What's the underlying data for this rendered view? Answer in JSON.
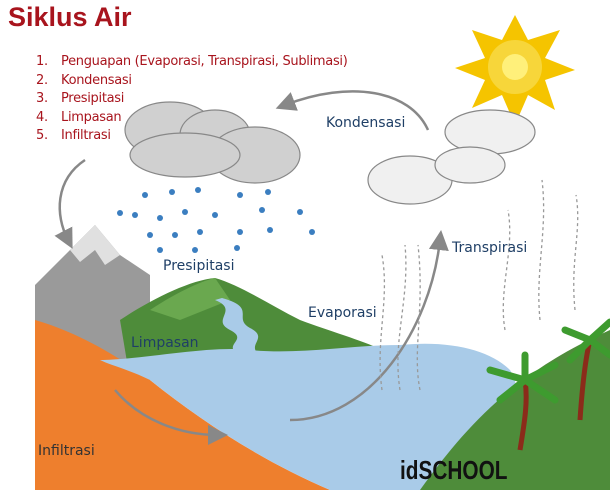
{
  "title": "Siklus Air",
  "steps": [
    "Penguapan (Evaporasi, Transpirasi, Sublimasi)",
    "Kondensasi",
    "Presipitasi",
    "Limpasan",
    "Infiltrasi"
  ],
  "step_numbers": [
    "1.",
    "2.",
    "3.",
    "4.",
    "5."
  ],
  "labels": {
    "kondensasi": "Kondensasi",
    "transpirasi": "Transpirasi",
    "presipitasi": "Presipitasi",
    "evaporasi": "Evaporasi",
    "limpasan": "Limpasan",
    "infiltrasi": "Infiltrasi"
  },
  "logo": "idSCHOOL",
  "colors": {
    "title": "#a8141d",
    "label": "#1f3f66",
    "water": "#a9cbe8",
    "grass": "#4e8c3a",
    "soil": "#ee7f2d",
    "sun": "#f5c400"
  }
}
